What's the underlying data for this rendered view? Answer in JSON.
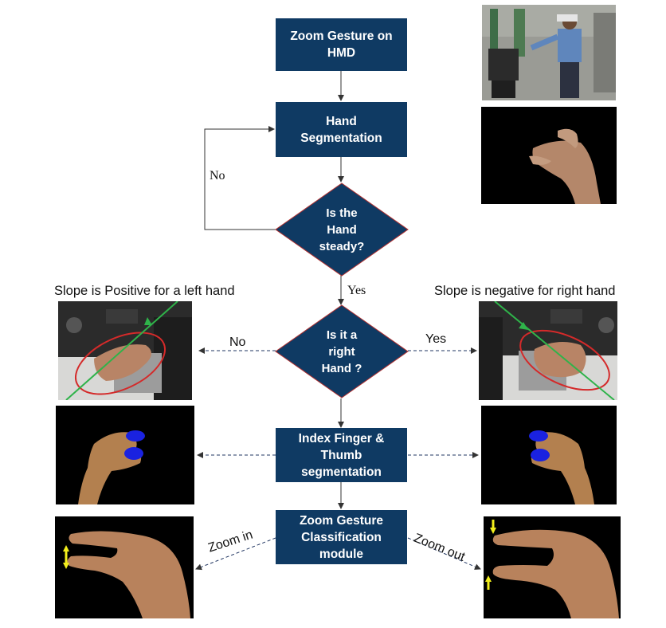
{
  "nodes": {
    "zoom_gesture_hmd": "Zoom Gesture on\nHMD",
    "hand_segmentation": "Hand\nSegmentation",
    "hand_steady": "Is the\nHand\nsteady?",
    "right_hand": "Is it a\nright\nHand ?",
    "finger_segmentation": "Index Finger &\nThumb\nsegmentation",
    "classification": "Zoom Gesture\nClassification\nmodule"
  },
  "edge_labels": {
    "loop_no": "No",
    "steady_yes": "Yes",
    "right_no": "No",
    "right_yes": "Yes",
    "zoom_in": "Zoom in",
    "zoom_out": "Zoom out"
  },
  "captions": {
    "left": "Slope is Positive for a left hand",
    "right": "Slope is negative for right hand"
  },
  "colors": {
    "node_fill": "#0f3a63",
    "fingertip_marker": "#1a22e0",
    "arrow_marker": "#f2ee1c",
    "slope_line": "#2fb34a",
    "hand_outline": "#d42a2a"
  }
}
